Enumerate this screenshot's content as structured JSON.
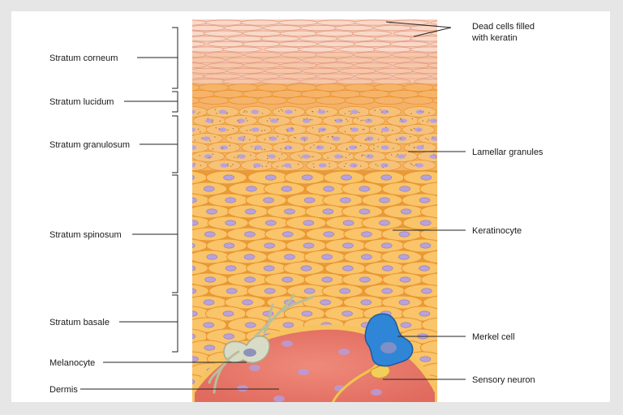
{
  "labels_left": {
    "stratum_corneum": "Stratum corneum",
    "stratum_lucidum": "Stratum lucidum",
    "stratum_granulosum": "Stratum granulosum",
    "stratum_spinosum": "Stratum spinosum",
    "stratum_basale": "Stratum basale",
    "melanocyte": "Melanocyte",
    "dermis": "Dermis"
  },
  "labels_right": {
    "dead_cells_line1": "Dead cells filled",
    "dead_cells_line2": "with keratin",
    "lamellar_granules": "Lamellar granules",
    "keratinocyte": "Keratinocyte",
    "merkel_cell": "Merkel cell",
    "sensory_neuron": "Sensory neuron"
  },
  "colors": {
    "frame_gray": "#e6e6e6",
    "corneum": "#f8cdb8",
    "lucidum": "#f6b36a",
    "cell_fill": "#f9c46a",
    "cell_edge": "#e8952f",
    "nucleus": "#b9a2da",
    "dermis": "#e9786a",
    "merkel": "#2f86d6",
    "melanocyte": "#d7dcc4",
    "neuron": "#f2cc55",
    "leader_line": "#222222"
  }
}
